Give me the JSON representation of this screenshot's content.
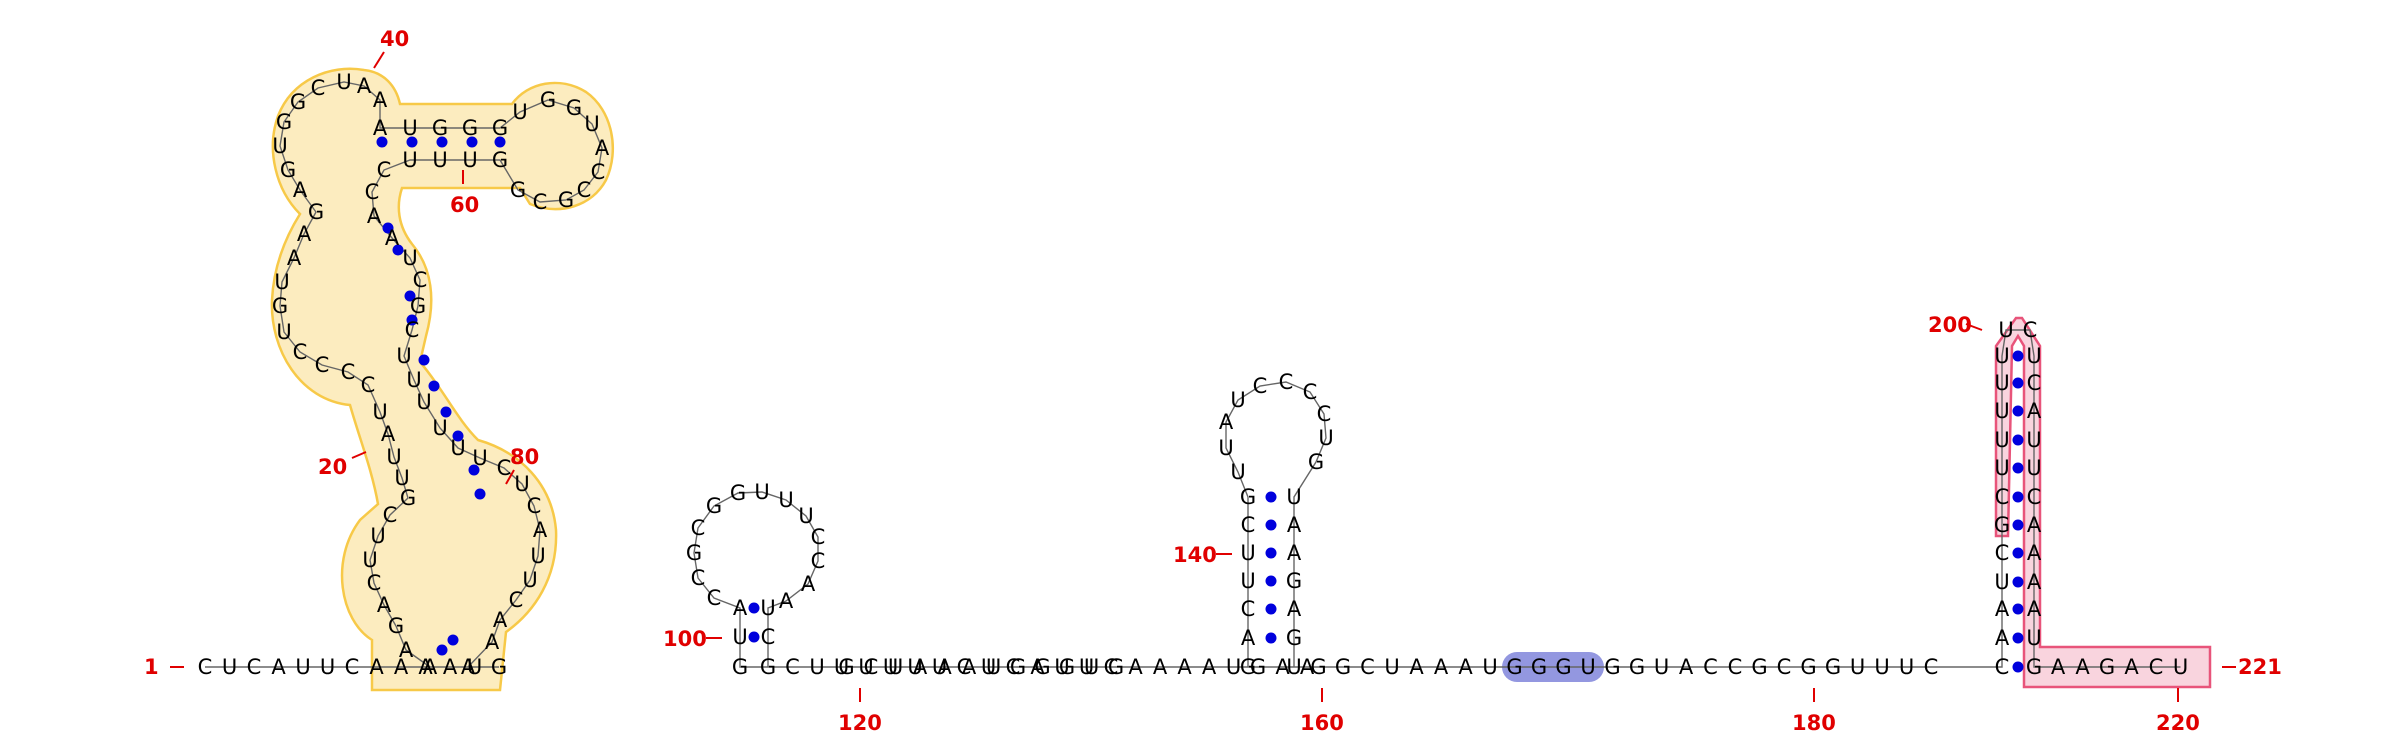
{
  "diagram": {
    "sequence": "CUCAUUCAAAAUGAAGACUUCGUUAUCCCCUGUAAGAGUGGCUAAAUGGGUGGUACCGCGGUUUCCAAUCGCUUUUUU",
    "colors": {
      "highlight_yellow": "#f7c948",
      "highlight_pink": "#e8547a",
      "highlight_blue": "#6f74d6",
      "number_red": "#e00000",
      "pair_blue": "#0000dd"
    },
    "position_labels": [
      {
        "text": "1"
      },
      {
        "text": "20"
      },
      {
        "text": "40"
      },
      {
        "text": "60"
      },
      {
        "text": "80"
      },
      {
        "text": "100"
      },
      {
        "text": "120"
      },
      {
        "text": "140"
      },
      {
        "text": "160"
      },
      {
        "text": "180"
      },
      {
        "text": "200"
      },
      {
        "text": "220"
      },
      {
        "text": "221"
      }
    ]
  }
}
